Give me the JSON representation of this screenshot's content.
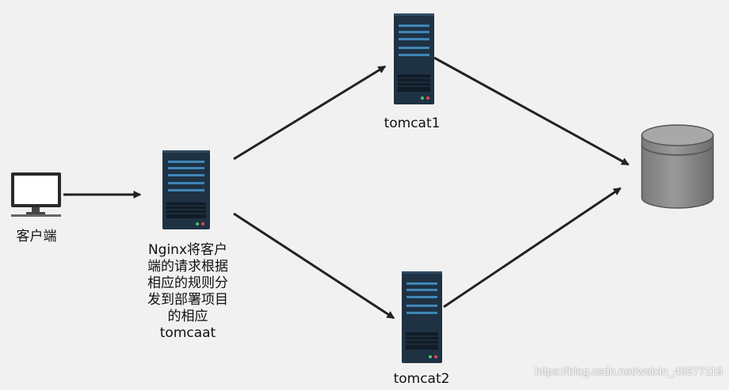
{
  "client": {
    "label": "客户端"
  },
  "nginx": {
    "description_lines": [
      "Nginx将客户",
      "端的请求根据",
      "相应的规则分",
      "发到部署项目",
      "的相应",
      "tomcaat"
    ]
  },
  "tomcat1": {
    "label": "tomcat1"
  },
  "tomcat2": {
    "label": "tomcat2"
  },
  "watermark": "https://blog.csdn.net/weixin_45677119",
  "colors": {
    "background": "#f1f1f1",
    "server_body": "#1f3244",
    "server_slot": "#3f86b7",
    "arrow": "#222222",
    "database": "#8c8c8c"
  }
}
